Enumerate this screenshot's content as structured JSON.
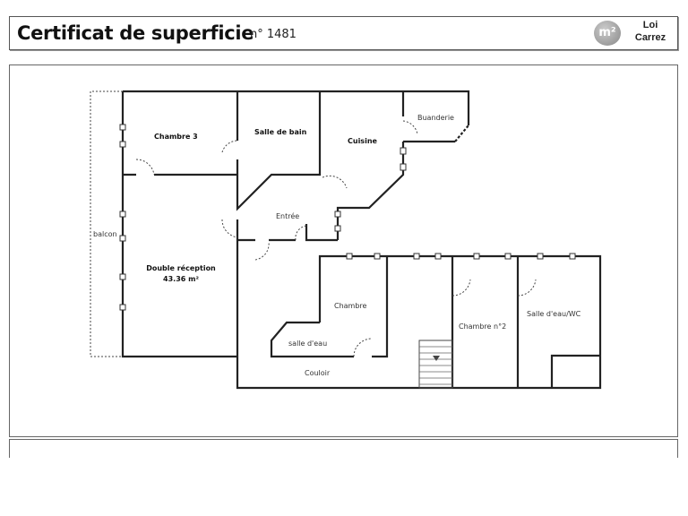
{
  "header": {
    "title": "Certificat de superficie",
    "number": "n° 1481",
    "logo_text": "m²",
    "badge_line1": "Loi",
    "badge_line2": "Carrez"
  },
  "plan": {
    "rooms": {
      "chambre3": "Chambre 3",
      "salle_de_bain": "Salle de bain",
      "cuisine": "Cuisine",
      "buanderie": "Buanderie",
      "entree": "Entrée",
      "balcon": "balcon",
      "double_reception": "Double réception",
      "double_reception_area": "43.36 m²",
      "chambre": "Chambre",
      "salle_deau": "salle d'eau",
      "couloir": "Couloir",
      "chambre2": "Chambre n°2",
      "salle_deau_wc": "Salle d'eau/WC"
    }
  }
}
